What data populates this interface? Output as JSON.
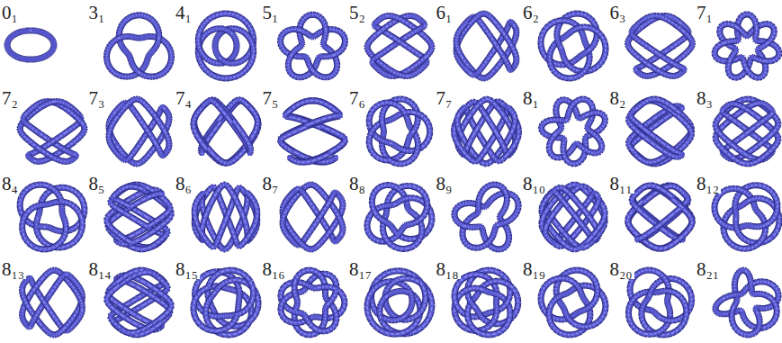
{
  "diagram": {
    "labels": [
      "0₁",
      "3₁",
      "4₁",
      "5₁",
      "5₂",
      "6₁",
      "6₂",
      "6₃",
      "7₁",
      "7₂",
      "7₃",
      "7₄",
      "7₅",
      "7₆",
      "7₇",
      "8₁",
      "8₂",
      "8₃",
      "8₄",
      "8₅",
      "8₆",
      "8₇",
      "8₈",
      "8₉",
      "8₁₀",
      "8₁₁",
      "8₁₂",
      "8₁₃",
      "8₁₄",
      "8₁₅",
      "8₁₆",
      "8₁₇",
      "8₁₈",
      "8₁₉",
      "8₂₀",
      "8₂₁"
    ]
  }
}
